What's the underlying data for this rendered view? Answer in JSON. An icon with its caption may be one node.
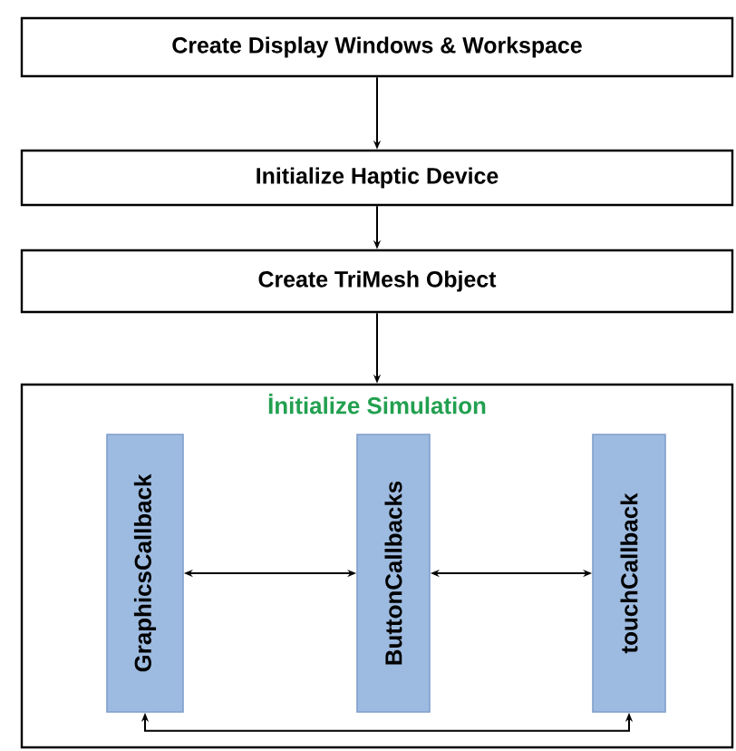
{
  "diagram": {
    "nodes": [
      {
        "text": [
          "Create Display Windows & Workspace"
        ]
      },
      {
        "text": [
          "Initialize Haptic Device"
        ]
      },
      {
        "text": [
          "Create TriMesh Object"
        ]
      },
      {
        "text": [
          "İnitialize Simulation"
        ]
      },
      {
        "text": [
          "GraphicsCallback"
        ],
        "in": 3
      },
      {
        "text": [
          "ButtonCallbacks"
        ],
        "in": 3
      },
      {
        "text": [
          "touchCallback"
        ],
        "in": 3
      }
    ],
    "edges": [
      {
        "from": 0,
        "to": 1,
        "arrow": "to"
      },
      {
        "from": 1,
        "to": 2,
        "arrow": "to"
      },
      {
        "from": 2,
        "to": 3,
        "arrow": "to"
      },
      {
        "from": 4,
        "to": 5,
        "arrow": "both"
      },
      {
        "from": 5,
        "to": 6,
        "arrow": "both"
      },
      {
        "from": 4,
        "to": 6,
        "arrow": "both"
      }
    ]
  }
}
